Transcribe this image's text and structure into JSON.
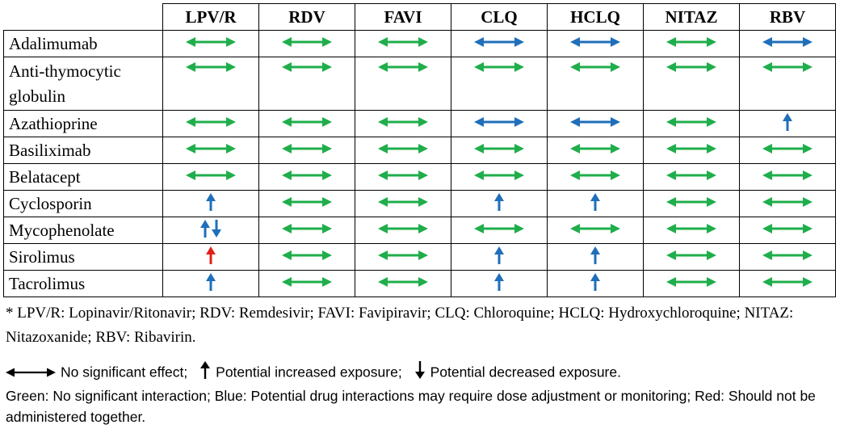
{
  "table": {
    "headers": [
      "LPV/R",
      "RDV",
      "FAVI",
      "CLQ",
      "HCLQ",
      "NITAZ",
      "RBV"
    ],
    "rows": [
      {
        "drug": "Adalimumab",
        "cells": [
          "green-both",
          "green-both",
          "green-both",
          "blue-both",
          "blue-both",
          "green-both",
          "blue-both"
        ]
      },
      {
        "drug": "Anti-thymocytic globulin",
        "tall": true,
        "cells": [
          "green-both",
          "green-both",
          "green-both",
          "green-both",
          "green-both",
          "green-both",
          "green-both"
        ]
      },
      {
        "drug": "Azathioprine",
        "cells": [
          "green-both",
          "green-both",
          "green-both",
          "blue-both",
          "blue-both",
          "green-both",
          "blue-up"
        ]
      },
      {
        "drug": "Basiliximab",
        "cells": [
          "green-both",
          "green-both",
          "green-both",
          "green-both",
          "green-both",
          "green-both",
          "green-both"
        ]
      },
      {
        "drug": "Belatacept",
        "cells": [
          "green-both",
          "green-both",
          "green-both",
          "green-both",
          "green-both",
          "green-both",
          "green-both"
        ]
      },
      {
        "drug": "Cyclosporin",
        "cells": [
          "blue-up",
          "green-both",
          "green-both",
          "blue-up",
          "blue-up",
          "green-both",
          "green-both"
        ]
      },
      {
        "drug": "Mycophenolate",
        "cells": [
          "blue-updown",
          "green-both",
          "green-both",
          "green-both",
          "green-both",
          "green-both",
          "green-both"
        ]
      },
      {
        "drug": "Sirolimus",
        "cells": [
          "red-up",
          "green-both",
          "green-both",
          "blue-up",
          "blue-up",
          "green-both",
          "green-both"
        ]
      },
      {
        "drug": "Tacrolimus",
        "cells": [
          "blue-up",
          "green-both",
          "green-both",
          "blue-up",
          "blue-up",
          "green-both",
          "green-both"
        ]
      }
    ]
  },
  "footnote": "* LPV/R: Lopinavir/Ritonavir; RDV: Remdesivir; FAVI: Favipiravir; CLQ: Chloroquine; HCLQ: Hydroxychloroquine; NITAZ: Nitazoxanide; RBV: Ribavirin.",
  "legend": {
    "no_effect": "No significant effect;",
    "increased": "Potential increased exposure;",
    "decreased": "Potential decreased exposure.",
    "colors_text": "Green: No significant interaction; Blue: Potential drug interactions may require dose adjustment or monitoring; Red: Should not be administered together."
  },
  "icons": {
    "both": "double-headed-arrow-icon",
    "up": "up-arrow-icon",
    "down": "down-arrow-icon"
  },
  "colors": {
    "green": "#1fae4b",
    "blue": "#1f6fba",
    "red": "#e0201b",
    "black": "#000000"
  }
}
